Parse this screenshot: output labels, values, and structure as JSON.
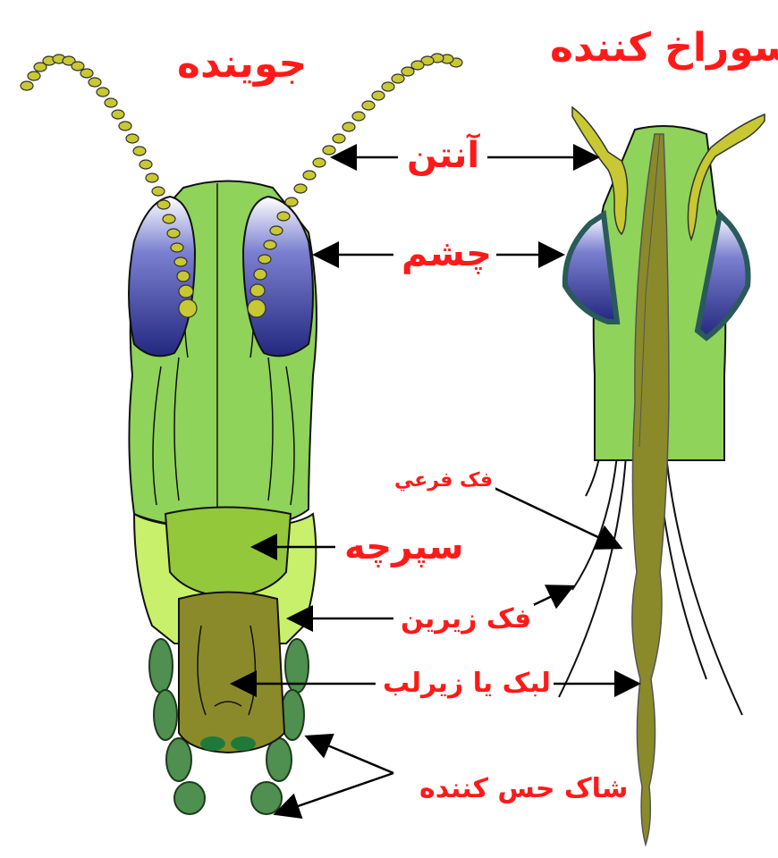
{
  "titles": {
    "left": "جوینده",
    "right": "سوراخ کننده"
  },
  "labels": {
    "antenna": "آنتن",
    "eye": "چشم",
    "labrum": "سپرچه",
    "maxilla": "فک فرعي",
    "mandible": "فک زیرین",
    "labium": "لبک یا زیرلب",
    "palps": "شاک حس کننده"
  },
  "colors": {
    "label_text": "#ff1a1a",
    "head_green": "#8fd35a",
    "eye_blue": "#2a2f8f",
    "antenna_yellow": "#c8c832",
    "mouthpart_olive": "#8a8a2a",
    "palp_green": "#4f8f4f"
  }
}
